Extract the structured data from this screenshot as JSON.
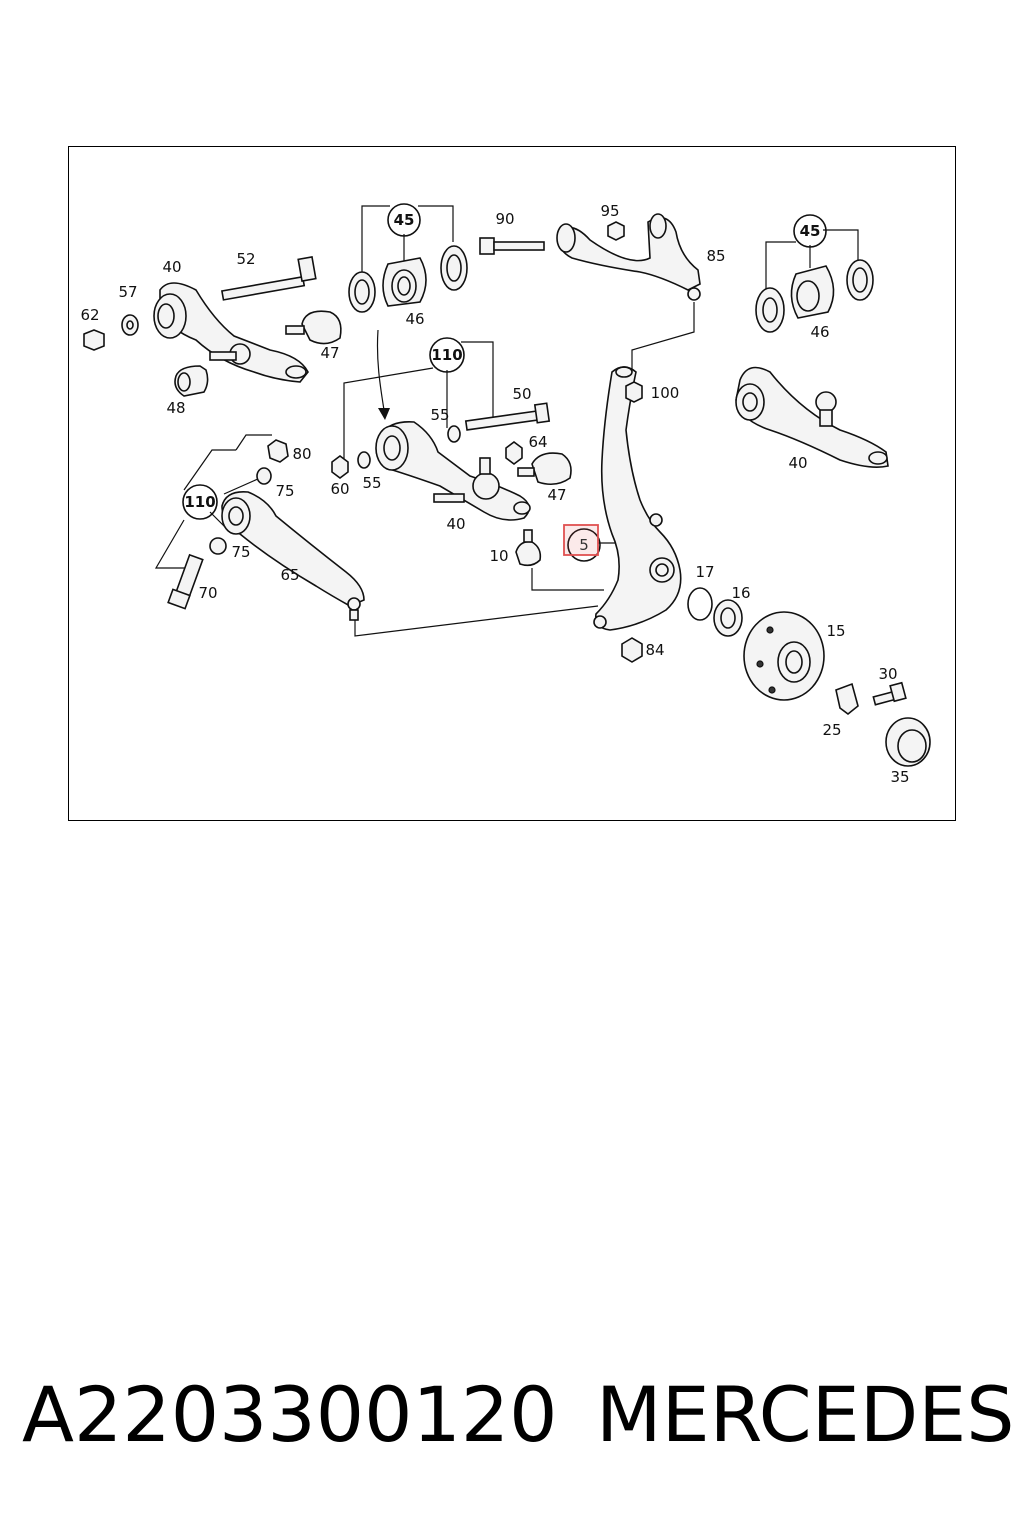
{
  "diagram": {
    "highlight": {
      "label": "5",
      "color": "#e05050"
    },
    "callouts": {
      "c45a": "45",
      "c46a": "46",
      "c90": "90",
      "c95": "95",
      "c85": "85",
      "c45b": "45",
      "c46b": "46",
      "c40a": "40",
      "c52": "52",
      "c57": "57",
      "c62": "62",
      "c47a": "47",
      "c48": "48",
      "c110a": "110",
      "c50": "50",
      "c55a": "55",
      "c64": "64",
      "c60": "60",
      "c55b": "55",
      "c47b": "47",
      "c40b": "40",
      "c100": "100",
      "c40c": "40",
      "c80": "80",
      "c75a": "75",
      "c110b": "110",
      "c75b": "75",
      "c70": "70",
      "c65": "65",
      "c10": "10",
      "c17": "17",
      "c16": "16",
      "c15": "15",
      "c84": "84",
      "c30": "30",
      "c25": "25",
      "c35": "35"
    }
  },
  "footer": {
    "part_number": "A2203300120",
    "brand": "MERCEDES"
  }
}
